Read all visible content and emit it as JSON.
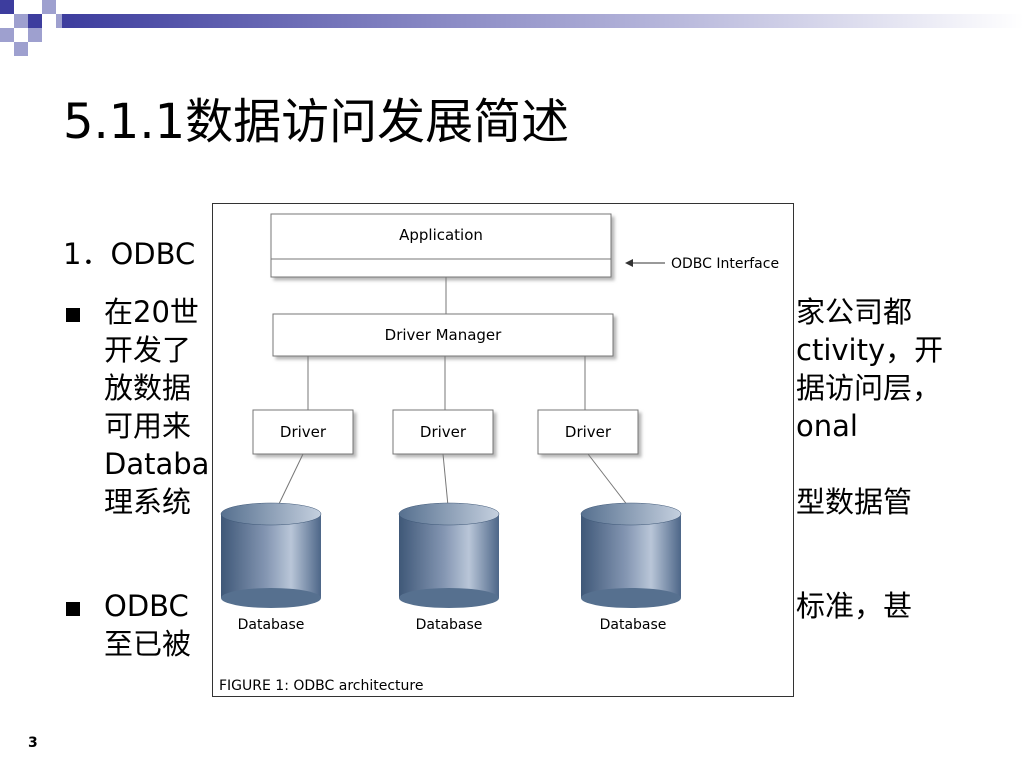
{
  "slide": {
    "title": "5.1.1数据访问发展简述",
    "heading": "1．ODBC",
    "bullet1_lines": [
      "在20世",
      "开发了",
      "放数据",
      "可用来",
      "Databa",
      "理系统"
    ],
    "bullet1_right_lines": [
      "家公司都",
      "ctivity，开",
      "据访问层，",
      "onal",
      "",
      "型数据管"
    ],
    "bullet2_lines": [
      "ODBC",
      "至已被"
    ],
    "bullet2_right_lines": [
      "标准，甚",
      ""
    ],
    "page_number": "3"
  },
  "figure": {
    "application_label": "Application",
    "interface_label": "ODBC Interface",
    "driver_manager_label": "Driver Manager",
    "drivers": [
      "Driver",
      "Driver",
      "Driver"
    ],
    "databases": [
      "Database",
      "Database",
      "Database"
    ],
    "caption": "FIGURE 1: ODBC architecture"
  },
  "colors": {
    "deco_blue": "#3d3d9e",
    "deco_light": "#9ea0cf",
    "db_dark": "#3f5878",
    "db_light": "#b9c6d8"
  }
}
